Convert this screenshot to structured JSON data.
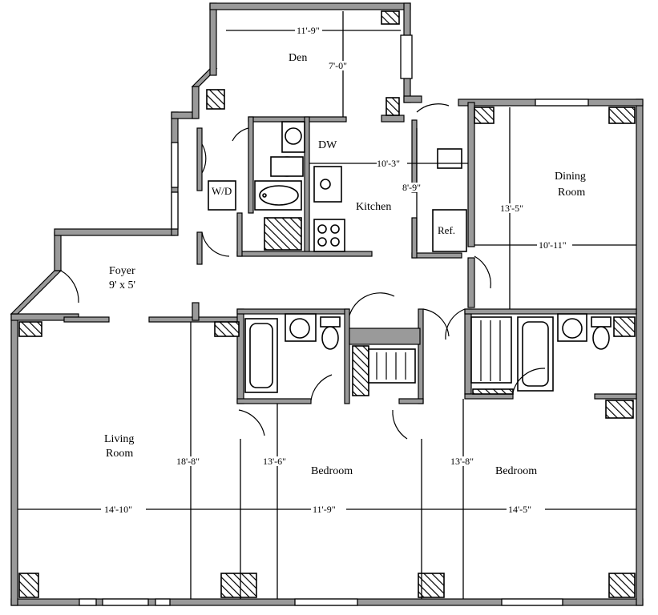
{
  "rooms": {
    "den": "Den",
    "kitchen": "Kitchen",
    "dining_1": "Dining",
    "dining_2": "Room",
    "foyer_1": "Foyer",
    "foyer_2": "9' x 5'",
    "living_1": "Living",
    "living_2": "Room",
    "bedroom_1": "Bedroom",
    "bedroom_2": "Bedroom",
    "wd": "W/D",
    "dw": "DW",
    "ref": "Ref."
  },
  "dimensions": {
    "den_width": "11'-9\"",
    "den_depth": "7'-0\"",
    "kitchen_width": "10'-3\"",
    "kitchen_depth": "8'-9\"",
    "dining_depth": "13'-5\"",
    "dining_width": "10'-11\"",
    "living_depth": "18'-8\"",
    "living_width": "14'-10\"",
    "bedroom1_depth": "13'-6\"",
    "bedroom1_width": "11'-9\"",
    "bedroom2_depth": "13'-8\"",
    "bedroom2_width": "14'-5\""
  }
}
